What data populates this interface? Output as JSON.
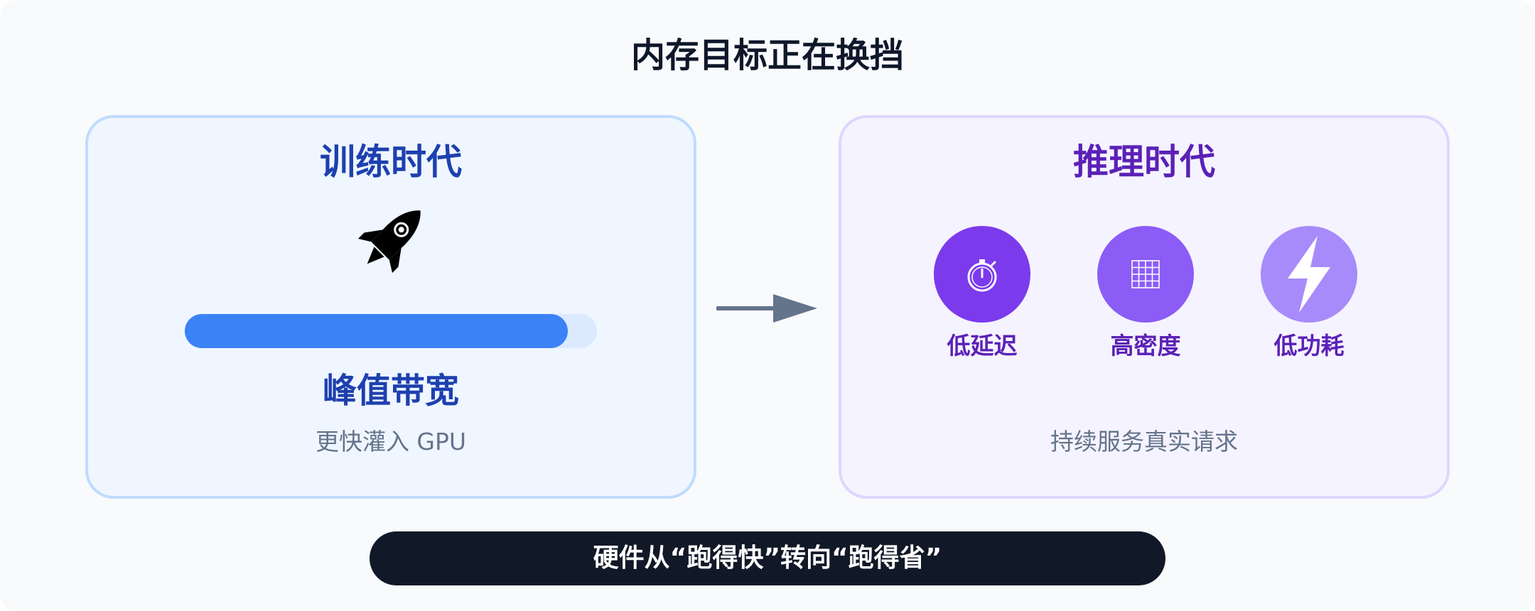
{
  "title": "内存目标正在换挡",
  "training": {
    "title": "训练时代",
    "icon": "rocket-icon",
    "bar_level_percent": 93,
    "subtitle": "峰值带宽",
    "caption": "更快灌入 GPU"
  },
  "inference": {
    "title": "推理时代",
    "features": [
      {
        "icon": "stopwatch-icon",
        "label": "低延迟"
      },
      {
        "icon": "grid-icon",
        "label": "高密度"
      },
      {
        "icon": "lightning-icon",
        "label": "低功耗"
      }
    ],
    "caption": "持续服务真实请求"
  },
  "footer": "硬件从“跑得快”转向“跑得省”",
  "colors": {
    "training_accent": "#1e40af",
    "training_bar": "#3b82f6",
    "inference_accent": "#5b21b6",
    "feature_circles": [
      "#7c3aed",
      "#8b5cf6",
      "#a78bfa"
    ],
    "arrow": "#64748b",
    "footer_bg": "#111827"
  }
}
